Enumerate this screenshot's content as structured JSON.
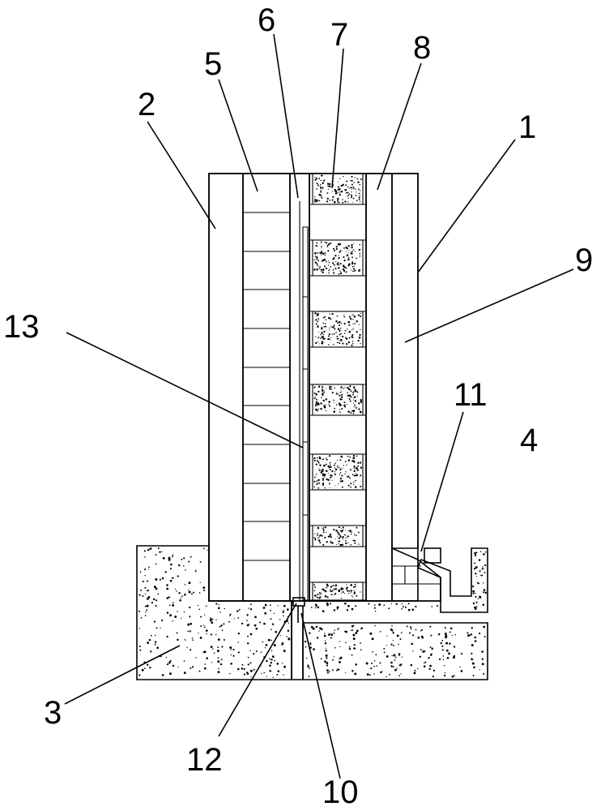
{
  "labels": {
    "l1": "1",
    "l2": "2",
    "l3": "3",
    "l4": "4",
    "l5": "5",
    "l6": "6",
    "l7": "7",
    "l8": "8",
    "l9": "9",
    "l10": "10",
    "l11": "11",
    "l12": "12",
    "l13": "13"
  },
  "colors": {
    "line": "#000000",
    "background": "#ffffff",
    "speckle": "#000000"
  }
}
